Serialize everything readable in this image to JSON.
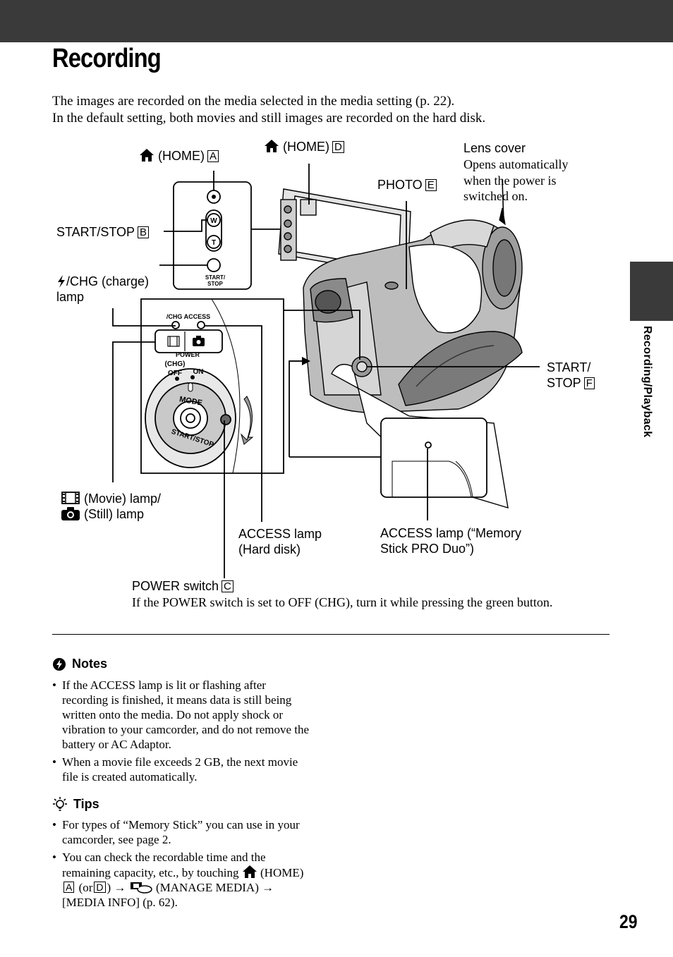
{
  "header": {
    "title": "Recording"
  },
  "intro": {
    "line1": "The images are recorded on the media selected in the media setting (p. 22).",
    "line2": "In the default setting, both movies and still images are recorded on the hard disk."
  },
  "side_tab": {
    "label": "Recording/Playback"
  },
  "callouts": {
    "home_a": {
      "label": "(HOME)",
      "key": "A"
    },
    "home_d": {
      "label": "(HOME)",
      "key": "D"
    },
    "lens_cover": {
      "label": "Lens cover",
      "desc_1": "Opens automatically",
      "desc_2": "when the power is",
      "desc_3": "switched on."
    },
    "photo_e": {
      "label": "PHOTO",
      "key": "E"
    },
    "start_stop_b": {
      "label": "START/STOP",
      "key": "B"
    },
    "chg_lamp": {
      "label_1": "/CHG (charge)",
      "label_2": "lamp"
    },
    "start_stop_f": {
      "label_1": "START/",
      "label_2": "STOP",
      "key": "F"
    },
    "movie_still_lamp": {
      "label_1": "(Movie) lamp/",
      "label_2": "(Still) lamp"
    },
    "access_hdd": {
      "label_1": "ACCESS lamp",
      "label_2": "(Hard disk)"
    },
    "access_ms": {
      "label_1": "ACCESS lamp (“Memory",
      "label_2": "Stick PRO Duo”)"
    },
    "power_switch": {
      "label": "POWER switch",
      "key": "C",
      "desc": "If the POWER switch is set to OFF (CHG), turn it while pressing the green button."
    }
  },
  "diagram_text": {
    "w": "W",
    "t": "T",
    "start": "START/",
    "stop": "STOP",
    "chg": "/CHG",
    "access": "ACCESS",
    "power": "POWER",
    "chg_paren": "(CHG)",
    "off": "OFF",
    "on": "ON",
    "mode": "MODE",
    "start_stop": "START/STOP"
  },
  "notes": {
    "heading": "Notes",
    "items": [
      "If the ACCESS lamp is lit or flashing after recording is finished, it means data is still being written onto the media. Do not apply shock or vibration to your camcorder, and do not remove the battery or AC Adaptor.",
      "When a movie file exceeds 2 GB, the next movie file is created automatically."
    ]
  },
  "tips": {
    "heading": "Tips",
    "item1": "For types of “Memory Stick” you can use in your camcorder, see page 2.",
    "item2": {
      "text_a": "You can check the recordable time and the remaining capacity, etc., by touching",
      "text_b": "(HOME)",
      "key_a": "A",
      "text_c": "(or",
      "key_d": "D",
      "text_d": ")",
      "arrow": "→",
      "text_e": "(MANAGE MEDIA)",
      "text_f": "[MEDIA INFO] (p. 62)."
    }
  },
  "page_number": "29",
  "colors": {
    "header_bar": "#3a3a3a",
    "side_tab": "#3a3a3a"
  }
}
